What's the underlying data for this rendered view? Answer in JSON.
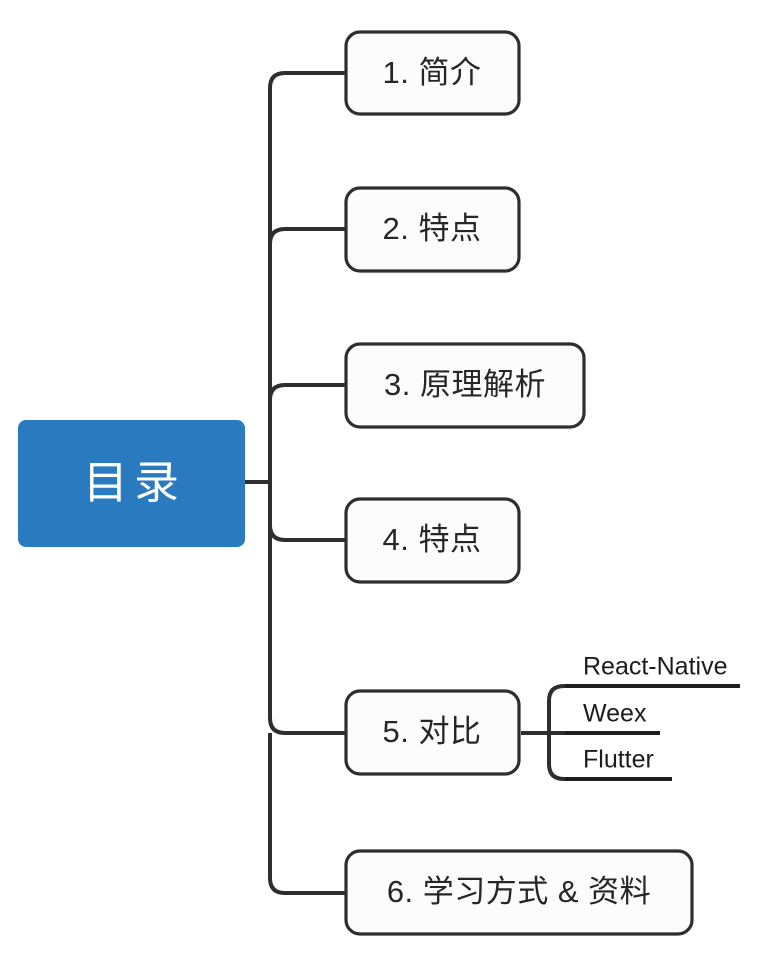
{
  "diagram": {
    "type": "mindmap",
    "title": "目录",
    "orientation": "left-to-right",
    "background_color": "#ffffff",
    "root": {
      "label": "目录",
      "fill_color": "#2a7ac0",
      "text_color": "#ffffff",
      "shape": "rounded-rectangle"
    },
    "branch_style": {
      "line_color": "#2e2e2e",
      "node_fill": "#fcfcfc",
      "node_stroke": "#2e2e2e",
      "node_text_color": "#262626"
    },
    "nodes": [
      {
        "index": "1",
        "label": "1. 简介",
        "children": []
      },
      {
        "index": "2",
        "label": "2. 特点",
        "children": []
      },
      {
        "index": "3",
        "label": "3. 原理解析",
        "children": []
      },
      {
        "index": "4",
        "label": "4. 特点",
        "children": []
      },
      {
        "index": "5",
        "label": "5. 对比",
        "children": [
          {
            "label": "React-Native"
          },
          {
            "label": "Weex"
          },
          {
            "label": "Flutter"
          }
        ]
      },
      {
        "index": "6",
        "label": "6. 学习方式 & 资料",
        "children": []
      }
    ]
  }
}
